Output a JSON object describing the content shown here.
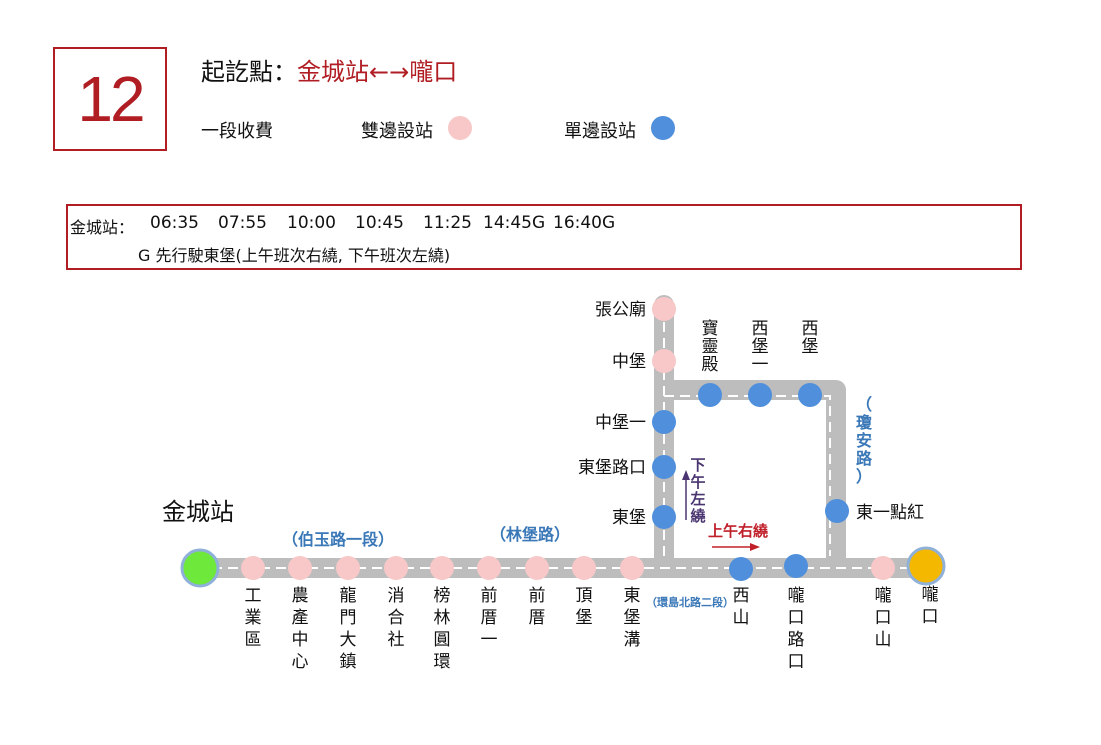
{
  "route": {
    "number": "12"
  },
  "terminus": {
    "label": "起訖點：",
    "route": "金城站←→嚨口"
  },
  "legend": {
    "fare": "一段收費",
    "both_sides": "雙邊設站",
    "one_side": "單邊設站",
    "colors": {
      "both_sides": "#f8c8c8",
      "one_side": "#4f8fdc",
      "start": "#6fe83c",
      "end": "#f5b800",
      "track": "#bdbdbd",
      "frame": "#b01e24"
    }
  },
  "schedule": {
    "station": "金城站：",
    "times": [
      "06:35",
      "07:55",
      "10:00",
      "10:45",
      "11:25",
      "14:45G",
      "16:40G"
    ],
    "note": "G 先行駛東堡(上午班次右繞, 下午班次左繞)"
  },
  "map": {
    "start_terminal": "金城站",
    "stops_bottom": [
      {
        "name": "工業區",
        "type": "both"
      },
      {
        "name": "農產中心",
        "type": "both"
      },
      {
        "name": "龍門大鎮",
        "type": "both"
      },
      {
        "name": "消合社",
        "type": "both"
      },
      {
        "name": "榜林圓環",
        "type": "both"
      },
      {
        "name": "前厝一",
        "type": "both"
      },
      {
        "name": "前厝",
        "type": "both"
      },
      {
        "name": "頂堡",
        "type": "both"
      },
      {
        "name": "東堡溝",
        "type": "both"
      },
      {
        "name": "西山",
        "type": "one"
      },
      {
        "name": "嚨口路口",
        "type": "one"
      },
      {
        "name": "嚨口山",
        "type": "both"
      },
      {
        "name": "嚨口",
        "type": "end"
      }
    ],
    "stops_vertical": [
      {
        "name": "張公廟",
        "type": "both"
      },
      {
        "name": "中堡",
        "type": "both"
      },
      {
        "name": "中堡一",
        "type": "one"
      },
      {
        "name": "東堡路口",
        "type": "one"
      },
      {
        "name": "東堡",
        "type": "one"
      }
    ],
    "stops_top": [
      {
        "name": "寶靈殿",
        "type": "one"
      },
      {
        "name": "西堡一",
        "type": "one"
      },
      {
        "name": "西堡",
        "type": "one"
      }
    ],
    "stops_right": [
      {
        "name": "東一點紅",
        "type": "one"
      }
    ],
    "roads": {
      "boyu": "（伯玉路一段）",
      "linpu": "（林堡路）",
      "huandao": "（環島北路二段）",
      "qiongan": "（瓊安路）"
    },
    "directions": {
      "afternoon_left": "下午左繞",
      "morning_right": "上午右繞"
    }
  }
}
